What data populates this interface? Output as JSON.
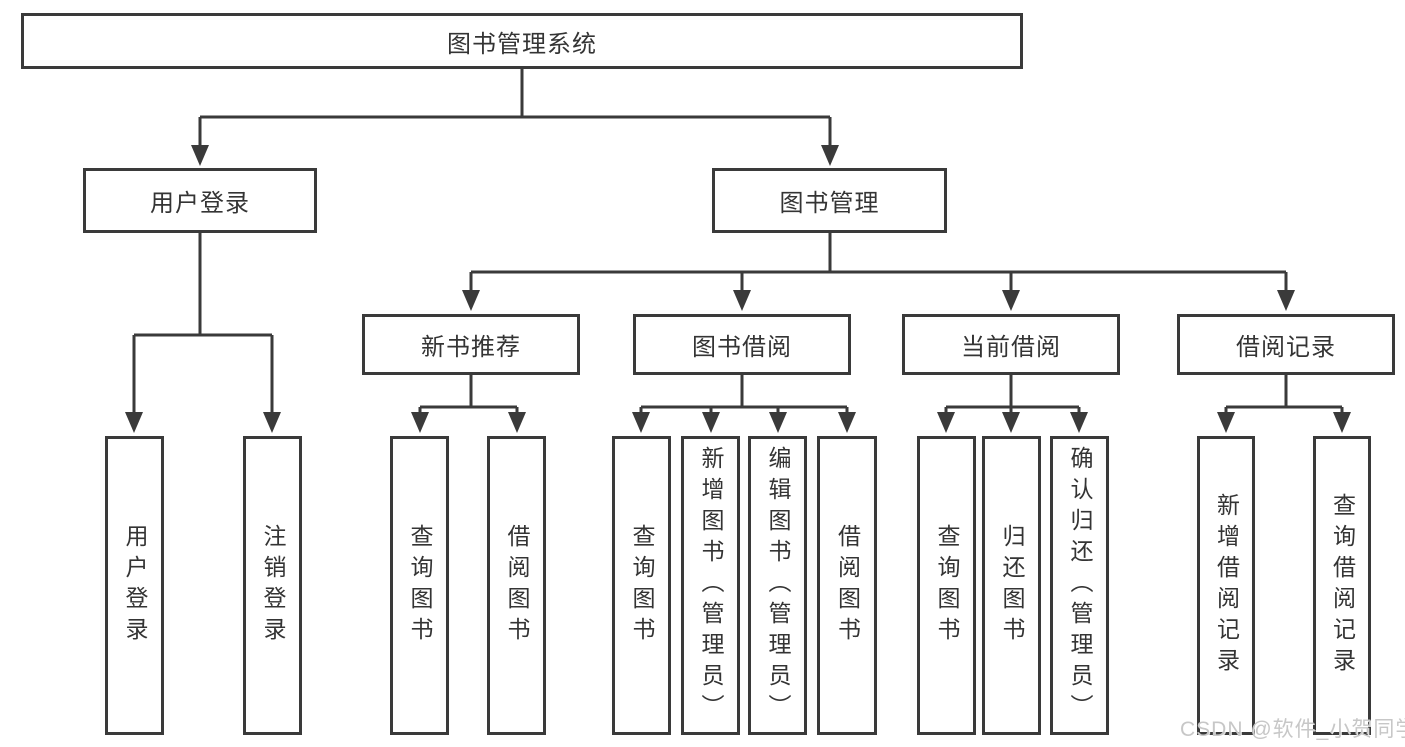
{
  "diagram": {
    "root": {
      "label": "图书管理系统"
    },
    "level2": {
      "user_login": {
        "label": "用户登录"
      },
      "book_management": {
        "label": "图书管理"
      }
    },
    "user_login_children": [
      {
        "label": "用户登录"
      },
      {
        "label": "注销登录"
      }
    ],
    "modules": [
      {
        "label": "新书推荐",
        "children": [
          "查询图书",
          "借阅图书"
        ]
      },
      {
        "label": "图书借阅",
        "children": [
          "查询图书",
          "新增图书（管理员）",
          "编辑图书（管理员）",
          "借阅图书"
        ]
      },
      {
        "label": "当前借阅",
        "children": [
          "查询图书",
          "归还图书",
          "确认归还（管理员）"
        ]
      },
      {
        "label": "借阅记录",
        "children": [
          "新增借阅记录",
          "查询借阅记录"
        ]
      }
    ]
  },
  "watermark": {
    "text": "CSDN @软件_小贺同学",
    "color": "#c7c7c7"
  },
  "colors": {
    "line": "#3a3a3a",
    "border": "#3a3a3a",
    "text": "#343434",
    "background": "#ffffff"
  }
}
